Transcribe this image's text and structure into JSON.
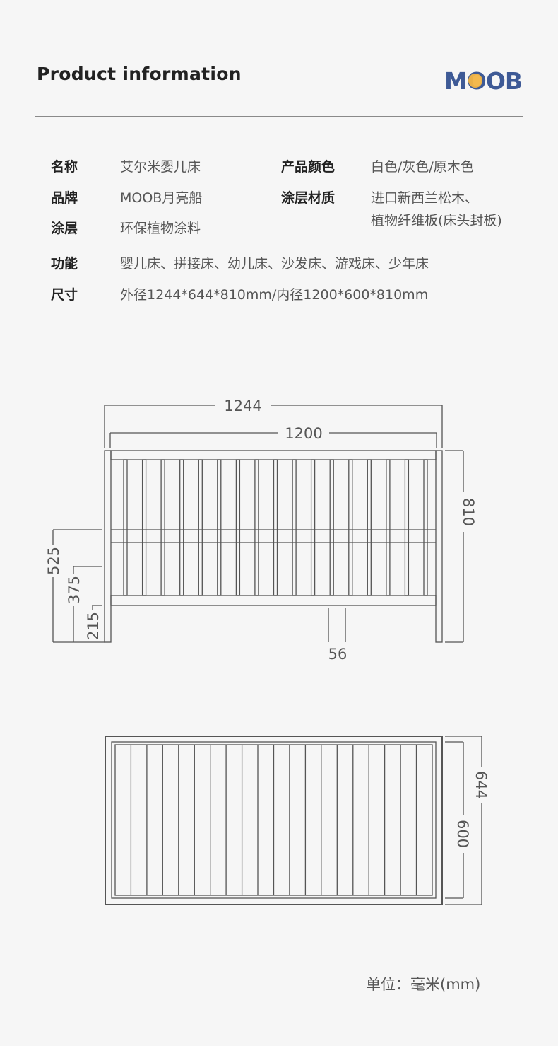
{
  "header": {
    "title": "Product information",
    "brand_logo_text": "MOOB"
  },
  "specs": {
    "name": {
      "label": "名称",
      "value": "艾尔米婴儿床"
    },
    "color": {
      "label": "产品颜色",
      "value": "白色/灰色/原木色"
    },
    "brand": {
      "label": "品牌",
      "value": "MOOB月亮船"
    },
    "material": {
      "label": "涂层材质",
      "value_line1": "进口新西兰松木、",
      "value_line2": "植物纤维板(床头封板)"
    },
    "coating": {
      "label": "涂层",
      "value": "环保植物涂料"
    },
    "function": {
      "label": "功能",
      "value": "婴儿床、拼接床、幼儿床、沙发床、游戏床、少年床"
    },
    "size": {
      "label": "尺寸",
      "value": "外径1244*644*810mm/内径1200*600*810mm"
    }
  },
  "side_view": {
    "outer_length": "1244",
    "inner_length": "1200",
    "height": "810",
    "rail_height": "525",
    "mid_height": "375",
    "base_height": "215",
    "slat_gap": "56"
  },
  "top_view": {
    "outer_width": "644",
    "inner_width": "600"
  },
  "footer": {
    "unit_note": "单位：毫米(mm)"
  },
  "colors": {
    "background": "#f6f6f6",
    "line": "#555555",
    "logo_blue": "#3e5a96",
    "logo_yellow": "#f2b545"
  }
}
